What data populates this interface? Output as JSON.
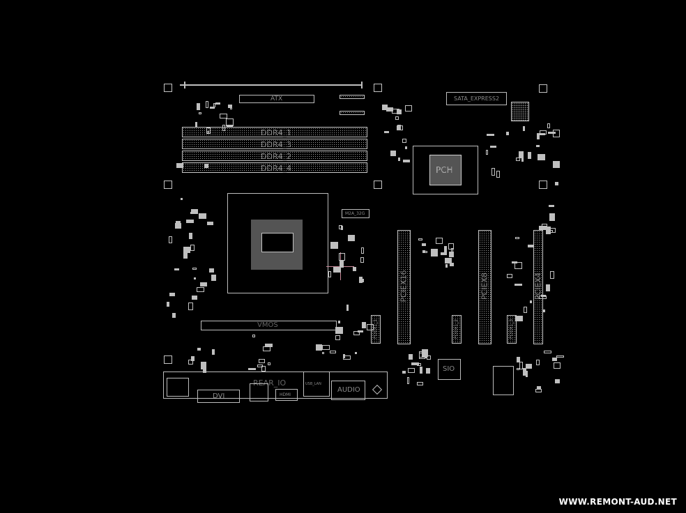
{
  "board": {
    "labels": {
      "atx": "ATX",
      "ddr4_1": "DDR4_1",
      "ddr4_3": "DDR4_3",
      "ddr4_2": "DDR4_2",
      "ddr4_4": "DDR4_4",
      "sata_express": "SATA_EXPRESS2",
      "pch": "PCH",
      "m2": "M2A_32G",
      "vrm": "VMOS",
      "pciex16": "PCIEX16",
      "pciex8": "PCIEX8",
      "pciex4": "PCIEX4",
      "pciex1_1": "PCIEX1_1",
      "pciex1_2": "PCIEX1_2",
      "pciex1_3": "PCIEX1_3",
      "sio": "SIO",
      "rear_io": "REAR_IO",
      "dvi": "DVI",
      "hdmi": "HDMI",
      "usb_lan": "USB_LAN",
      "audio": "AUDIO"
    },
    "colors": {
      "background": "#000000",
      "outline": "#bdbdbd",
      "highlight": "#c98a9a"
    }
  },
  "watermark": "WWW.REMONT-AUD.NET"
}
